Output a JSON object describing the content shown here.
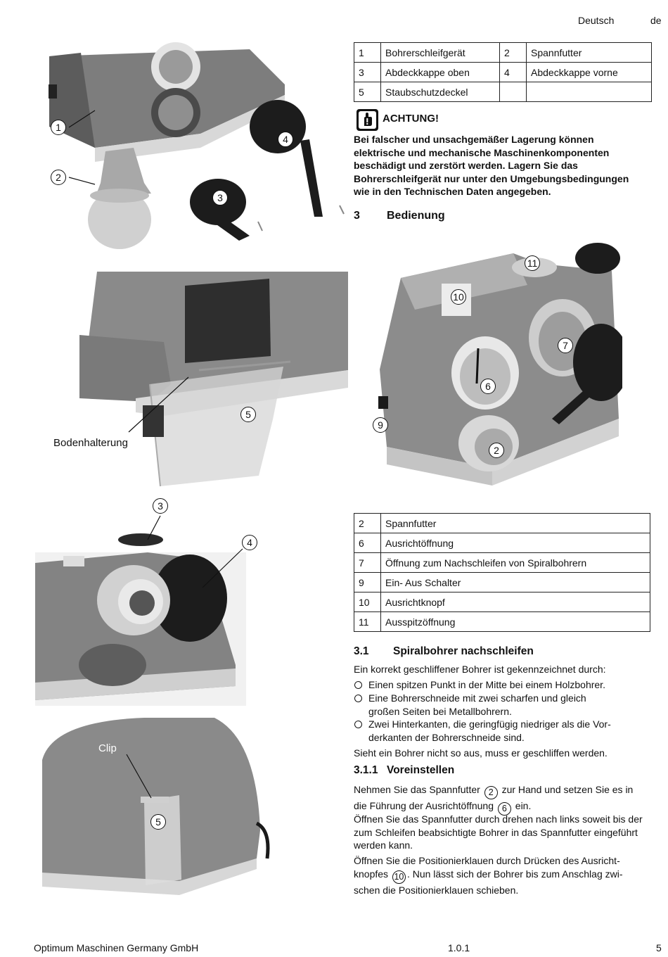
{
  "header": {
    "language": "Deutsch",
    "lang_code": "de"
  },
  "parts_table_1": {
    "rows": [
      [
        "1",
        "Bohrerschleifgerät",
        "2",
        "Spannfutter"
      ],
      [
        "3",
        "Abdeckkappe oben",
        "4",
        "Abdeckkappe vorne"
      ],
      [
        "5",
        "Staubschutzdeckel",
        "",
        ""
      ]
    ]
  },
  "warning": {
    "title": "ACHTUNG!",
    "lines": [
      "Bei falscher und unsachgemäßer Lagerung können",
      "elektrische und mechanische Maschinenkomponenten",
      "beschädigt und zerstört werden. Lagern Sie das",
      "Bohrerschleifgerät nur unter den Umgebungsbedingungen",
      "wie in den Technischen Daten angegeben."
    ]
  },
  "section3": {
    "number": "3",
    "title": "Bedienung"
  },
  "figures": {
    "fig1_callouts": [
      "1",
      "2",
      "3",
      "4"
    ],
    "fig2_callouts": [
      "5"
    ],
    "fig2_label": "Bodenhalterung",
    "fig3_callouts": [
      "11",
      "10",
      "7",
      "6",
      "9",
      "2"
    ],
    "fig4_callouts": [
      "3",
      "4"
    ],
    "fig5_callouts": [
      "5"
    ],
    "fig5_label": "Clip"
  },
  "parts_table_2": {
    "rows": [
      [
        "2",
        "Spannfutter"
      ],
      [
        "6",
        "Ausrichtöffnung"
      ],
      [
        "7",
        "Öffnung zum Nachschleifen von Spiralbohrern"
      ],
      [
        "9",
        "Ein- Aus Schalter"
      ],
      [
        "10",
        "Ausrichtknopf"
      ],
      [
        "11",
        "Ausspitzöffnung"
      ]
    ]
  },
  "section3_1": {
    "number": "3.1",
    "title": "Spiralbohrer nachschleifen",
    "intro": "Ein korrekt geschliffener Bohrer ist gekennzeichnet durch:",
    "bullets": [
      [
        "Einen spitzen Punkt in der Mitte bei einem Holzbohrer."
      ],
      [
        "Eine Bohrerschneide mit zwei scharfen und gleich",
        "großen Seiten bei Metallbohrern."
      ],
      [
        "Zwei Hinterkanten, die geringfügig niedriger als die Vor-",
        "derkanten der Bohrerschneide sind."
      ]
    ],
    "closing": "Sieht ein Bohrer nicht so aus, muss er geschliffen werden."
  },
  "section3_1_1": {
    "number": "3.1.1",
    "title": "Voreinstellen",
    "p1_a": "Nehmen Sie das Spannfutter",
    "p1_ref1": "2",
    "p1_b": "zur Hand und setzen Sie es in",
    "p1_c": "die Führung der Ausrichtöffnung",
    "p1_ref2": "6",
    "p1_d": "ein.",
    "p2": [
      "Öffnen Sie das Spannfutter durch drehen nach links soweit bis der",
      "zum Schleifen beabsichtigte Bohrer in das Spannfutter eingeführt",
      "werden kann."
    ],
    "p3_a": "Öffnen Sie die Positionierklauen durch Drücken des Ausricht-",
    "p3_b": "knopfes",
    "p3_ref": "10",
    "p3_c": ". Nun lässt sich der Bohrer bis zum Anschlag zwi-",
    "p3_d": "schen die Positionierklauen schieben."
  },
  "footer": {
    "company": "Optimum Maschinen Germany GmbH",
    "version": "1.0.1",
    "page": "5"
  }
}
